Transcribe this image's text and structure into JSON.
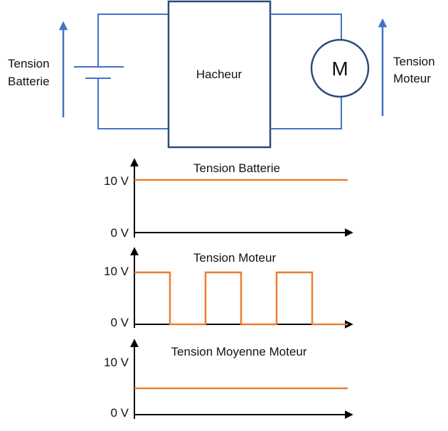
{
  "circuit": {
    "battery_label": [
      "Tension",
      "Batterie"
    ],
    "motor_label": [
      "Tension",
      "Moteur"
    ],
    "chopper_label": "Hacheur",
    "motor_symbol": "M"
  },
  "colors": {
    "wire": "#4472C4",
    "box": "#2F4A7A",
    "signal": "#ED7D31",
    "axis": "#000000"
  },
  "chart_data": [
    {
      "type": "line",
      "title": "Tension Batterie",
      "ytick_labels": [
        "10 V",
        "0 V"
      ],
      "ylim": [
        0,
        10
      ],
      "x": [
        0,
        6
      ],
      "y": [
        10,
        10
      ]
    },
    {
      "type": "line",
      "title": "Tension Moteur",
      "ytick_labels": [
        "10 V",
        "0 V"
      ],
      "ylim": [
        0,
        10
      ],
      "x": [
        0,
        1,
        1,
        2,
        2,
        3,
        3,
        4,
        4,
        5,
        5,
        6
      ],
      "y": [
        10,
        10,
        0,
        0,
        10,
        10,
        0,
        0,
        10,
        10,
        0,
        0
      ]
    },
    {
      "type": "line",
      "title": "Tension Moyenne Moteur",
      "ytick_labels": [
        "10 V",
        "0 V"
      ],
      "ylim": [
        0,
        10
      ],
      "x": [
        0,
        6
      ],
      "y": [
        5,
        5
      ]
    }
  ]
}
